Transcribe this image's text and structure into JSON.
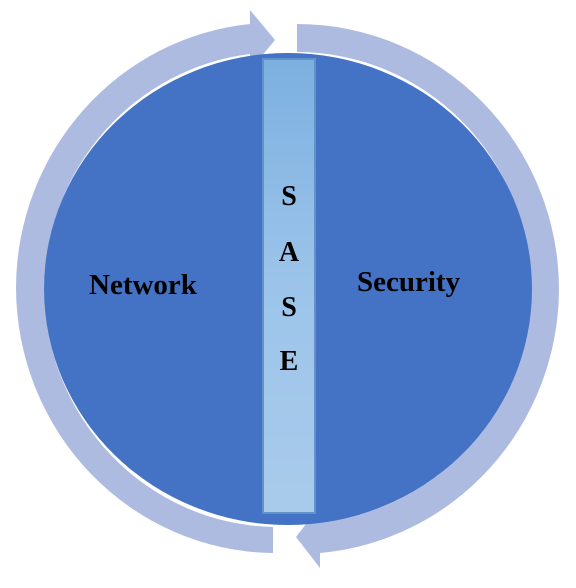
{
  "diagram": {
    "left_label": "Network",
    "right_label": "Security",
    "center_letters": [
      "S",
      "A",
      "S",
      "E"
    ]
  },
  "colors": {
    "circle_fill": "#4472c4",
    "arrow_ring": "#aebbe0",
    "bar_top": "#7cafe0",
    "bar_bottom": "#a7c9ea",
    "bar_border": "#5b8cc4",
    "text": "#000000"
  }
}
